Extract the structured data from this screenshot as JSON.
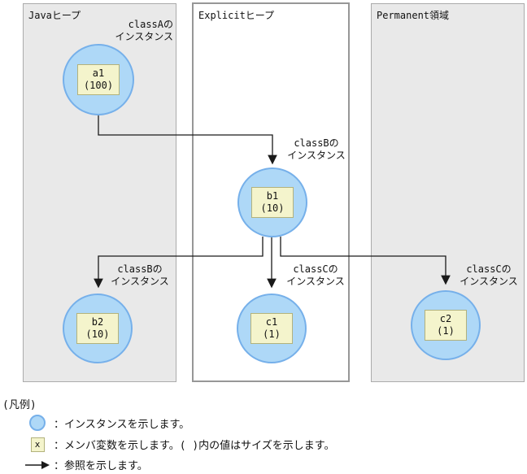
{
  "diagram": {
    "regions": [
      {
        "id": "java-heap",
        "label": "Javaヒープ"
      },
      {
        "id": "explicit-heap",
        "label": "Explicitヒープ"
      },
      {
        "id": "permanent",
        "label": "Permanent領域"
      }
    ],
    "nodes": [
      {
        "id": "a1",
        "var": "a1",
        "size": "(100)",
        "region": "java-heap"
      },
      {
        "id": "b1",
        "var": "b1",
        "size": "(10)",
        "region": "explicit-heap"
      },
      {
        "id": "b2",
        "var": "b2",
        "size": "(10)",
        "region": "java-heap"
      },
      {
        "id": "c1",
        "var": "c1",
        "size": "(1)",
        "region": "explicit-heap"
      },
      {
        "id": "c2",
        "var": "c2",
        "size": "(1)",
        "region": "permanent"
      }
    ],
    "labels": [
      {
        "for": "a1",
        "line1": "classAの",
        "line2": "インスタンス"
      },
      {
        "for": "b1",
        "line1": "classBの",
        "line2": "インスタンス"
      },
      {
        "for": "b2",
        "line1": "classBの",
        "line2": "インスタンス"
      },
      {
        "for": "c1",
        "line1": "classCの",
        "line2": "インスタンス"
      },
      {
        "for": "c2",
        "line1": "classCの",
        "line2": "インスタンス"
      }
    ],
    "edges": [
      {
        "from": "a1",
        "to": "b1"
      },
      {
        "from": "b1",
        "to": "b2"
      },
      {
        "from": "b1",
        "to": "c1"
      },
      {
        "from": "b1",
        "to": "c2"
      }
    ]
  },
  "legend": {
    "title": "(凡例)",
    "items": [
      {
        "icon": "instance-circle-icon",
        "icon_label": "",
        "text": "：インスタンスを示します。"
      },
      {
        "icon": "member-variable-box-icon",
        "icon_label": "x",
        "text": "：メンバ変数を示します。( )内の値はサイズを示します。"
      },
      {
        "icon": "reference-arrow-icon",
        "icon_label": "",
        "text": "：参照を示します。"
      }
    ]
  },
  "colors": {
    "instance_fill": "#aed8f7",
    "instance_border": "#76b0ea",
    "member_variable_fill": "#f4f4cc",
    "member_variable_border": "#b2b27c",
    "region_gray_fill": "#e9e9e9",
    "region_border": "#979797",
    "reference_line": "#1a1a1a"
  }
}
